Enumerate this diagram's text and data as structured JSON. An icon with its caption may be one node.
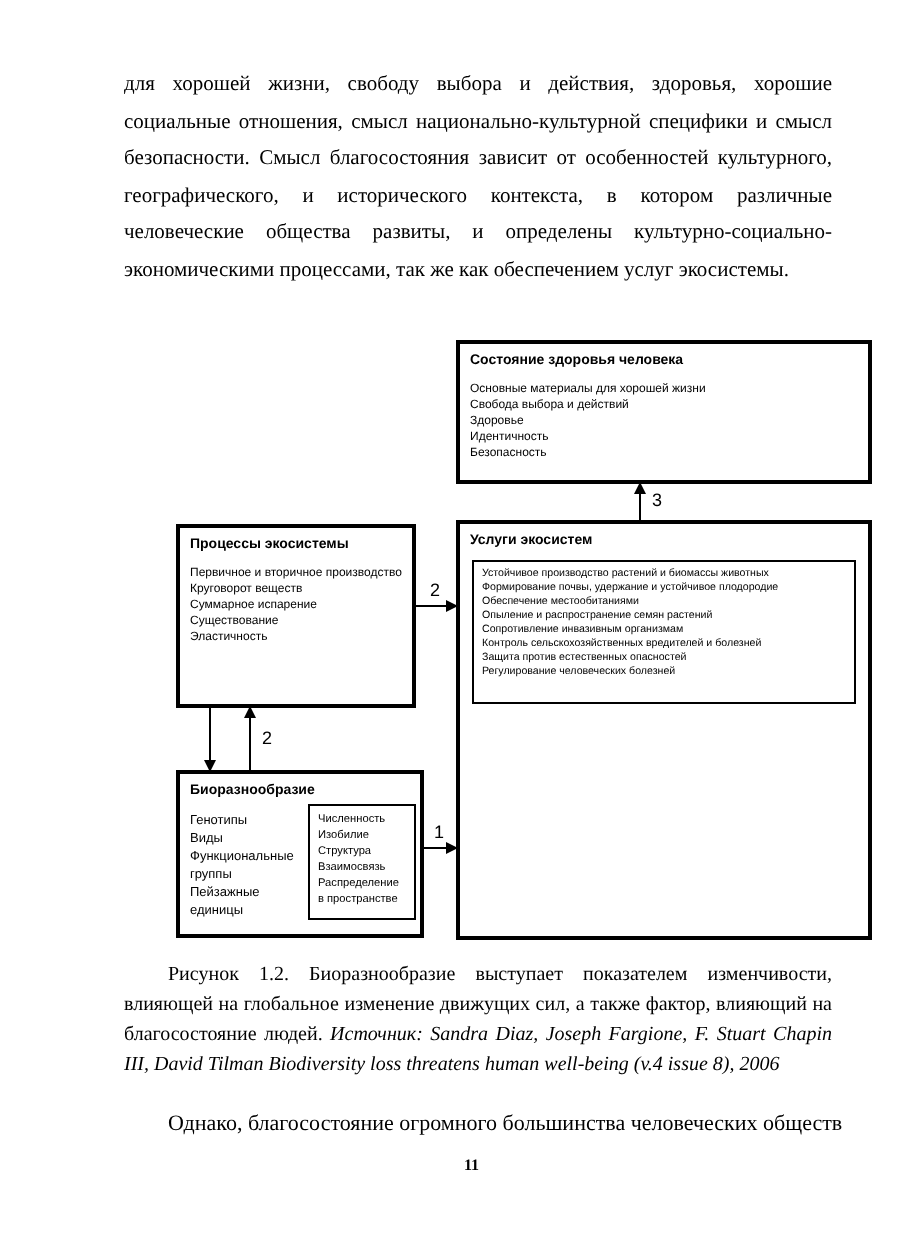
{
  "diagram": {
    "caption": "Рисунок 1.2. Биоразнообразие выступает показателем изменчивости, влияющей на глобальное изменение движущих сил, а также фактор, влияющий на благосостояние людей. *Источник: Sandra Diaz, Joseph Fargione, F. Stuart Chapin III, David Tilman Biodiversity loss threatens human well-being (v.4 issue 8), 2006*",
    "nodes": [
      {
        "text": [
          "Состояние здоровья человека",
          "Основные материалы для хорошей жизни",
          "Свобода выбора и действий",
          "Здоровье",
          "Идентичность",
          "Безопасность"
        ]
      },
      {
        "text": [
          "Процессы экосистемы",
          "Первичное и вторичное производство",
          "Круговорот веществ",
          "Суммарное испарение",
          "Существование",
          "Эластичность"
        ]
      },
      {
        "text": [
          "Услуги экосистем"
        ]
      },
      {
        "text": [
          "Устойчивое производство растений и биомассы животных",
          "Формирование почвы, удержание и устойчивое плодородие",
          "Обеспечение местообитаниями",
          "Опыление и распространение семян растений",
          "Сопротивление инвазивным организмам",
          "Контроль сельскохозяйственных вредителей и болезней",
          "Защита против естественных опасностей",
          "Регулирование человеческих болезней"
        ],
        "in": 2
      },
      {
        "text": [
          "Биоразнообразие",
          "Генотипы",
          "Виды",
          "Функциональные группы",
          "Пейзажные единицы"
        ]
      },
      {
        "text": [
          "Численность",
          "Изобилие",
          "Структура",
          "Взаимосвязь",
          "Распределение в пространстве"
        ],
        "in": 4
      }
    ],
    "edges": [
      {
        "from": 2,
        "to": 0,
        "arrow": "to",
        "label": "3"
      },
      {
        "from": 1,
        "to": 2,
        "arrow": "to",
        "label": "2"
      },
      {
        "from": 1,
        "to": 4,
        "arrow": "to"
      },
      {
        "from": 4,
        "to": 1,
        "arrow": "to",
        "label": "2"
      },
      {
        "from": 4,
        "to": 2,
        "arrow": "to",
        "label": "1"
      }
    ],
    "labels": [
      "для хорошей жизни, свободу выбора и действия, здоровья, хорошие социальные отношения, смысл национально-культурной специфики и смысл безопасности. Смысл благосостояния зависит от особенностей культурного, географического, и исторического контекста, в котором различные человеческие общества развиты, и определены культурно-социально-экономическими процессами, так же как обеспечением услуг экосистемы.",
      "Однако, благосостояние огромного большинства человеческих обществ",
      "11"
    ]
  }
}
